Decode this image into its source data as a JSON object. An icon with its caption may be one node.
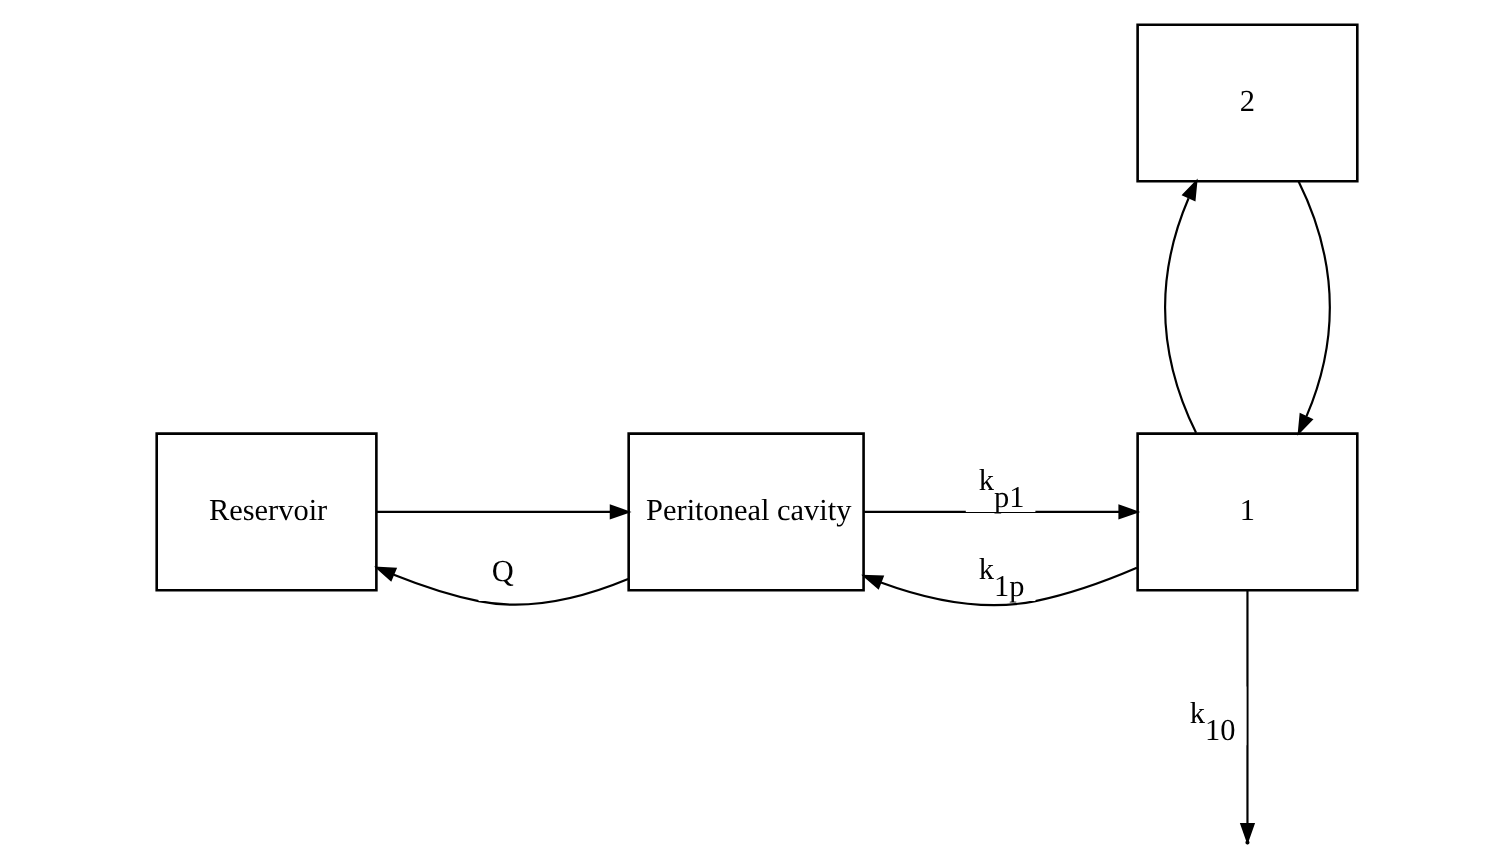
{
  "diagram": {
    "nodes": [
      {
        "text": [
          "Reservoir"
        ]
      },
      {
        "text": [
          "Peritoneal cavity"
        ]
      },
      {
        "text": [
          "1"
        ]
      },
      {
        "text": [
          "2"
        ]
      }
    ],
    "edges": [
      {
        "from": 0,
        "to": 1,
        "arrow": "to"
      },
      {
        "from": 1,
        "to": 0,
        "arrow": "to",
        "label": "Q"
      },
      {
        "from": 1,
        "to": 2,
        "arrow": "to",
        "label": "k$_{p1}$"
      },
      {
        "from": 2,
        "to": 1,
        "arrow": "to",
        "label": "k$_{1p}$"
      },
      {
        "from": 3,
        "to": 2,
        "arrow": "to"
      },
      {
        "from": 2,
        "to": 3,
        "arrow": "to"
      },
      {
        "from": 2,
        "to": null,
        "arrow": "to",
        "label": "k$_{10}$"
      }
    ]
  }
}
